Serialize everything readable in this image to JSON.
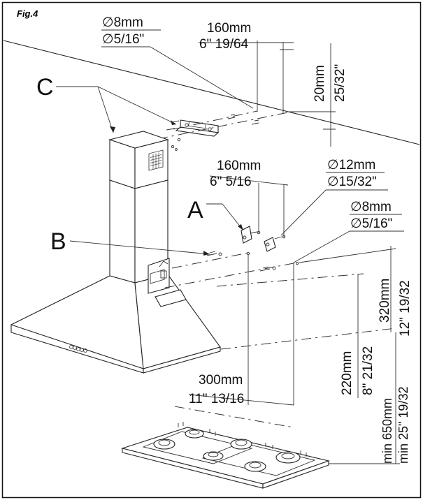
{
  "figure_label": "Fig.4",
  "callouts": {
    "A": "A",
    "B": "B",
    "C": "C"
  },
  "dimensions": {
    "top_bracket_hole_mm": "8mm",
    "top_bracket_hole_in": "5/16\"",
    "top_spacing_mm": "160mm",
    "top_spacing_in": "6\" 19/64",
    "ceiling_gap_mm": "20mm",
    "ceiling_gap_in": "25/32\"",
    "mid_spacing_mm": "160mm",
    "mid_spacing_in": "6\" 5/16",
    "hook_hole_mm": "12mm",
    "hook_hole_in": "15/32\"",
    "lower_hole_mm": "8mm",
    "lower_hole_in": "5/16\"",
    "upper_height_mm": "320mm",
    "upper_height_in": "12\" 19/32",
    "lower_height_mm": "220mm",
    "lower_height_in": "8\" 21/32",
    "bottom_spacing_mm": "300mm",
    "bottom_spacing_in": "11\" 13/16",
    "min_height_mm": "min 650mm",
    "min_height_in": "min 25\" 19/32"
  },
  "symbols": {
    "diameter": "∅"
  }
}
